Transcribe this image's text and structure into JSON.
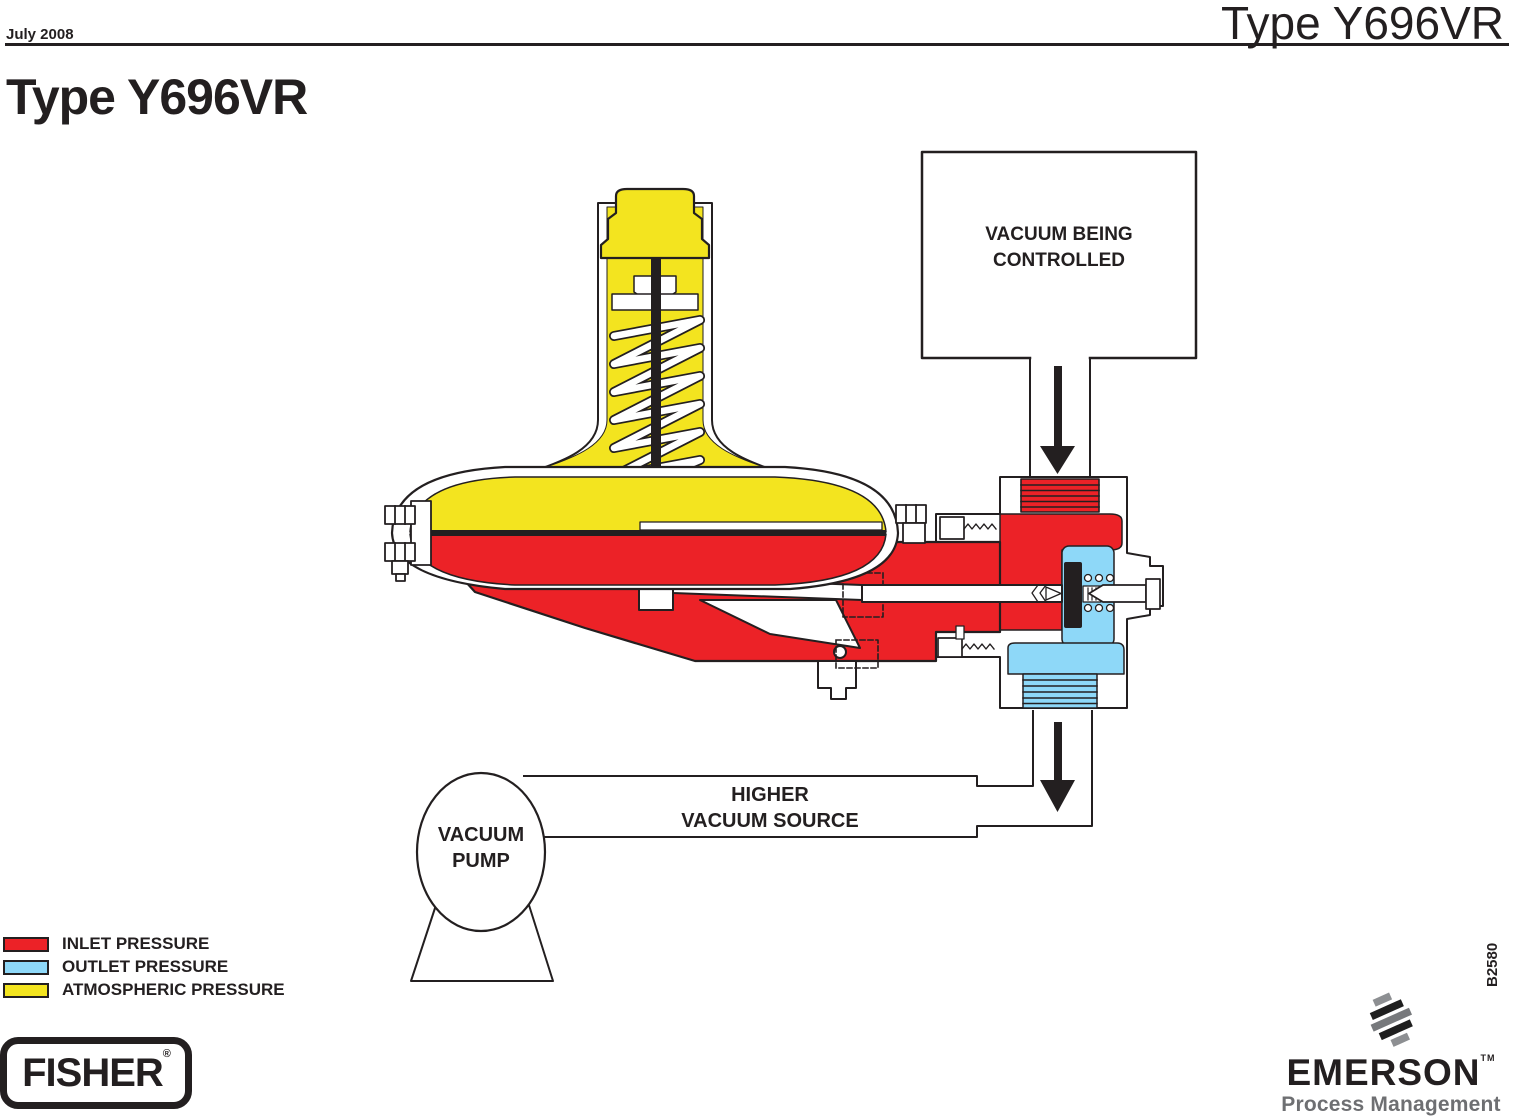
{
  "header": {
    "date": "July 2008",
    "doc_title": "Type Y696VR",
    "page_heading": "Type Y696VR"
  },
  "labels": {
    "vacuum_being_controlled_line1": "VACUUM BEING",
    "vacuum_being_controlled_line2": "CONTROLLED",
    "higher_vacuum_line1": "HIGHER",
    "higher_vacuum_line2": "VACUUM SOURCE",
    "pump_line1": "VACUUM",
    "pump_line2": "PUMP",
    "figure_code": "B2580"
  },
  "legend": {
    "items": [
      {
        "label": "INLET PRESSURE",
        "color": "#EC2227"
      },
      {
        "label": "OUTLET PRESSURE",
        "color": "#8ED8F8"
      },
      {
        "label": "ATMOSPHERIC PRESSURE",
        "color": "#F3E41F"
      }
    ]
  },
  "colors": {
    "inlet": "#EC2227",
    "outlet": "#8ED8F8",
    "atmospheric": "#F3E41F",
    "line": "#231F20"
  },
  "branding": {
    "fisher": "FISHER",
    "fisher_mark": "®",
    "emerson": "EMERSON",
    "emerson_mark": "TM",
    "emerson_sub": "Process Management"
  }
}
